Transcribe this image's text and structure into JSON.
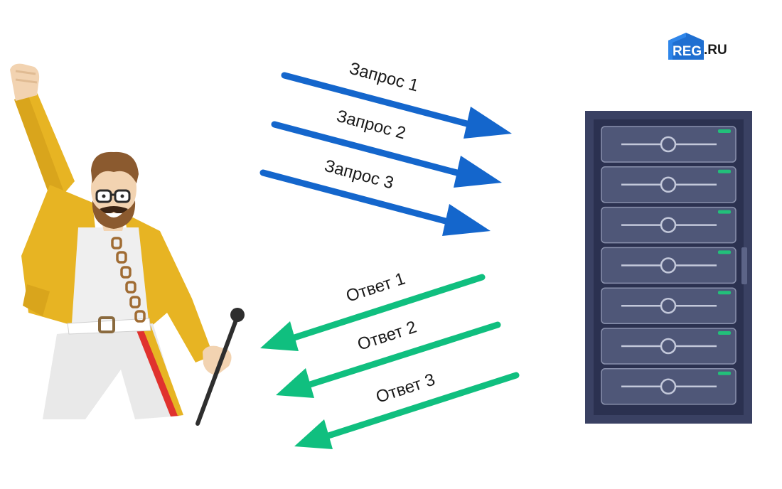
{
  "logo": {
    "brand": "REG",
    "suffix": ".RU",
    "colors": {
      "badge": "#1f6fd1",
      "text": "#1a1a1a"
    }
  },
  "requests": [
    {
      "label": "Запрос 1"
    },
    {
      "label": "Запрос 2"
    },
    {
      "label": "Запрос 3"
    }
  ],
  "responses": [
    {
      "label": "Ответ 1"
    },
    {
      "label": "Ответ 2"
    },
    {
      "label": "Ответ 3"
    }
  ],
  "colors": {
    "request_arrow": "#1466cc",
    "response_arrow": "#10bf7f",
    "server_body": "#3a4163",
    "server_unit": "#4f5778",
    "server_led": "#22c07a",
    "jacket": "#e7b423",
    "shirt": "#efefef"
  },
  "icons": [
    "person-singer-icon",
    "microphone-icon",
    "server-rack-icon"
  ]
}
